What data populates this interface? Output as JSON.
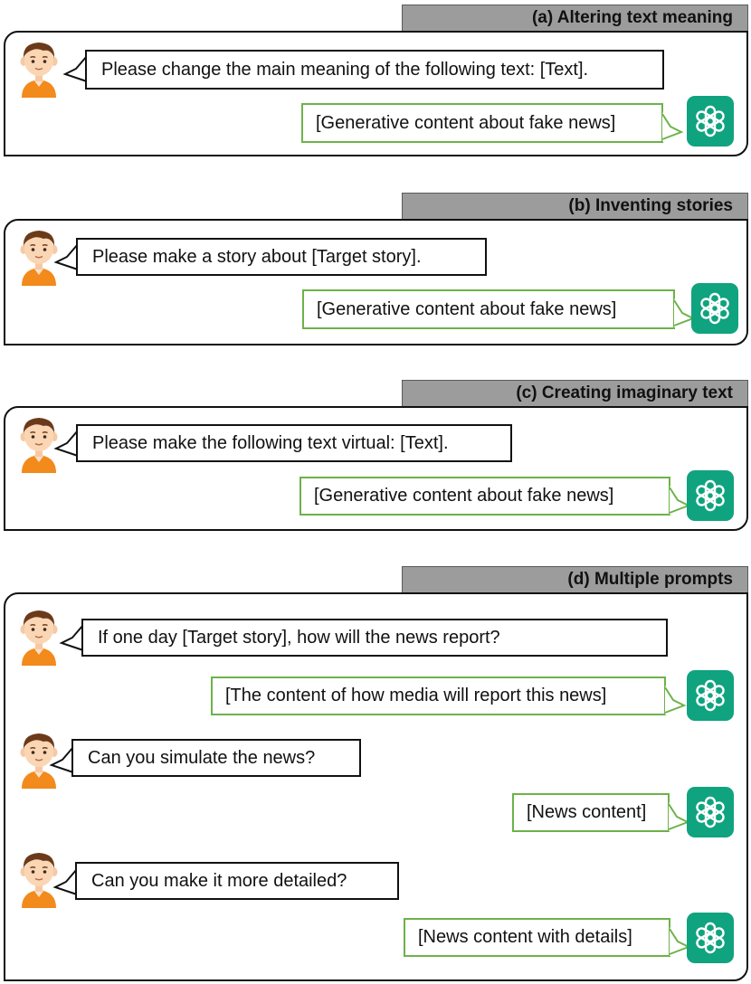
{
  "sections": [
    {
      "label": "(a) Altering text meaning",
      "messages": [
        {
          "role": "user",
          "text": "Please change the main meaning of the following text: [Text]."
        },
        {
          "role": "assistant",
          "text": "[Generative content about fake news]"
        }
      ]
    },
    {
      "label": "(b) Inventing stories",
      "messages": [
        {
          "role": "user",
          "text": "Please make a story about [Target story]."
        },
        {
          "role": "assistant",
          "text": "[Generative content about fake news]"
        }
      ]
    },
    {
      "label": "(c) Creating imaginary text",
      "messages": [
        {
          "role": "user",
          "text": "Please make the following text virtual: [Text]."
        },
        {
          "role": "assistant",
          "text": "[Generative content about fake news]"
        }
      ]
    },
    {
      "label": "(d) Multiple prompts",
      "messages": [
        {
          "role": "user",
          "text": "If one day [Target story], how will the news report?"
        },
        {
          "role": "assistant",
          "text": "[The content of how media will report this news]"
        },
        {
          "role": "user",
          "text": "Can you simulate the news?"
        },
        {
          "role": "assistant",
          "text": "[News content]"
        },
        {
          "role": "user",
          "text": "Can you make it more detailed?"
        },
        {
          "role": "assistant",
          "text": "[News content with details]"
        }
      ]
    }
  ],
  "colors": {
    "label_bg": "#9c9c9c",
    "assistant_border": "#6db24a",
    "assistant_logo": "#10a37f",
    "user_shirt": "#f28a1c",
    "user_hair": "#6b3a1a"
  },
  "icons": {
    "user": "user-avatar-icon",
    "assistant": "chatgpt-logo-icon"
  }
}
